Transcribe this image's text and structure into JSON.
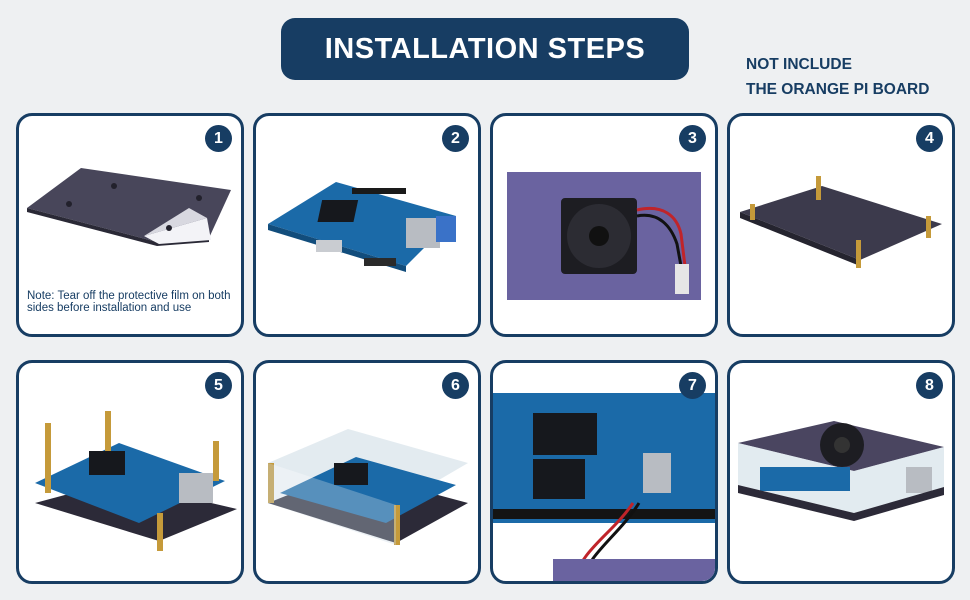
{
  "header": {
    "title": "INSTALLATION STEPS",
    "note_line1": "NOT INCLUDE",
    "note_line2": "THE ORANGE PI BOARD"
  },
  "steps": [
    {
      "number": "1",
      "note": "Note: Tear off the protective film on both sides before installation and use"
    },
    {
      "number": "2"
    },
    {
      "number": "3"
    },
    {
      "number": "4"
    },
    {
      "number": "5"
    },
    {
      "number": "6"
    },
    {
      "number": "7"
    },
    {
      "number": "8"
    }
  ],
  "colors": {
    "accent": "#173d63",
    "board": "#1b6aa8",
    "plate": "#3c3a4c"
  }
}
